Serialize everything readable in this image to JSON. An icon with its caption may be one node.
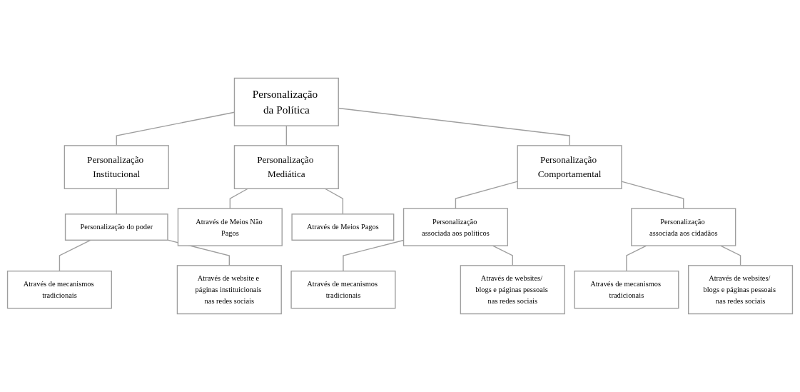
{
  "diagram": {
    "nodes": [
      {
        "text": [
          "Personalização da Política"
        ]
      },
      {
        "text": [
          "Personalização Institucional"
        ]
      },
      {
        "text": [
          "Personalização Mediática"
        ]
      },
      {
        "text": [
          "Personalização Comportamental"
        ]
      },
      {
        "text": [
          "Personalização do poder"
        ]
      },
      {
        "text": [
          "Através de mecanismos tradicionais"
        ]
      },
      {
        "text": [
          "Através de website e páginas instituicionais nas redes sociais"
        ]
      },
      {
        "text": [
          "Através de Meios Não Pagos"
        ]
      },
      {
        "text": [
          "Através de Meios Pagos"
        ]
      },
      {
        "text": [
          "Personalização associada aos políticos"
        ]
      },
      {
        "text": [
          "Através de mecanismos tradicionais"
        ]
      },
      {
        "text": [
          "Através de websites/ blogs e páginas pessoais nas redes sociais"
        ]
      },
      {
        "text": [
          "Personalização associada aos cidadãos"
        ]
      },
      {
        "text": [
          "Através de mecanismos tradicionais"
        ]
      },
      {
        "text": [
          "Através de websites/ blogs e páginas pessoais nas redes sociais"
        ]
      }
    ],
    "edges": [
      {
        "from": 0,
        "to": 1,
        "arrow": "none"
      },
      {
        "from": 0,
        "to": 2,
        "arrow": "none"
      },
      {
        "from": 0,
        "to": 3,
        "arrow": "none"
      },
      {
        "from": 1,
        "to": 4,
        "arrow": "none"
      },
      {
        "from": 4,
        "to": 5,
        "arrow": "none"
      },
      {
        "from": 4,
        "to": 6,
        "arrow": "none"
      },
      {
        "from": 2,
        "to": 7,
        "arrow": "none"
      },
      {
        "from": 2,
        "to": 8,
        "arrow": "none"
      },
      {
        "from": 3,
        "to": 9,
        "arrow": "none"
      },
      {
        "from": 3,
        "to": 12,
        "arrow": "none"
      },
      {
        "from": 9,
        "to": 10,
        "arrow": "none"
      },
      {
        "from": 9,
        "to": 11,
        "arrow": "none"
      },
      {
        "from": 12,
        "to": 13,
        "arrow": "none"
      },
      {
        "from": 12,
        "to": 14,
        "arrow": "none"
      }
    ]
  }
}
